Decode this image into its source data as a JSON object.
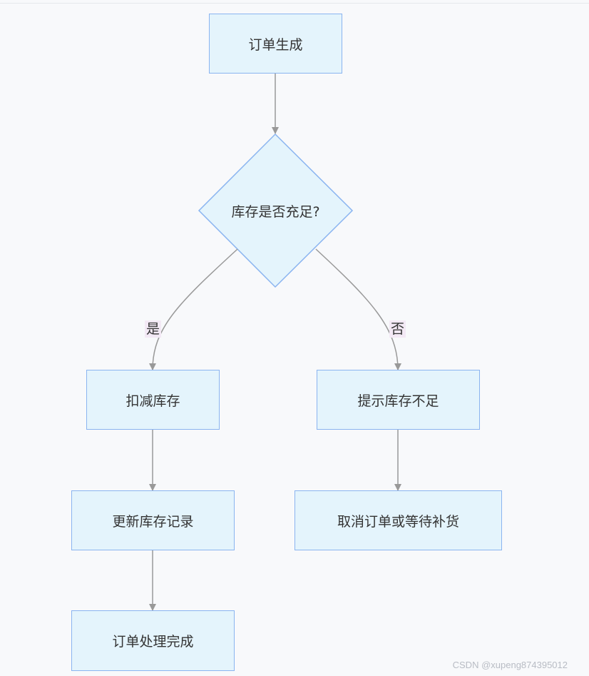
{
  "nodes": {
    "order_created": "订单生成",
    "stock_check": "库存是否充足?",
    "deduct_stock": "扣减库存",
    "insufficient_notice": "提示库存不足",
    "update_record": "更新库存记录",
    "cancel_or_wait": "取消订单或等待补货",
    "order_complete": "订单处理完成"
  },
  "edge_labels": {
    "yes": "是",
    "no": "否"
  },
  "watermark": "CSDN @xupeng874395012",
  "colors": {
    "node_fill": "#e4f4fc",
    "node_border": "#8ab4f0",
    "edge": "#999999",
    "label_bg": "#f3e9f5"
  }
}
